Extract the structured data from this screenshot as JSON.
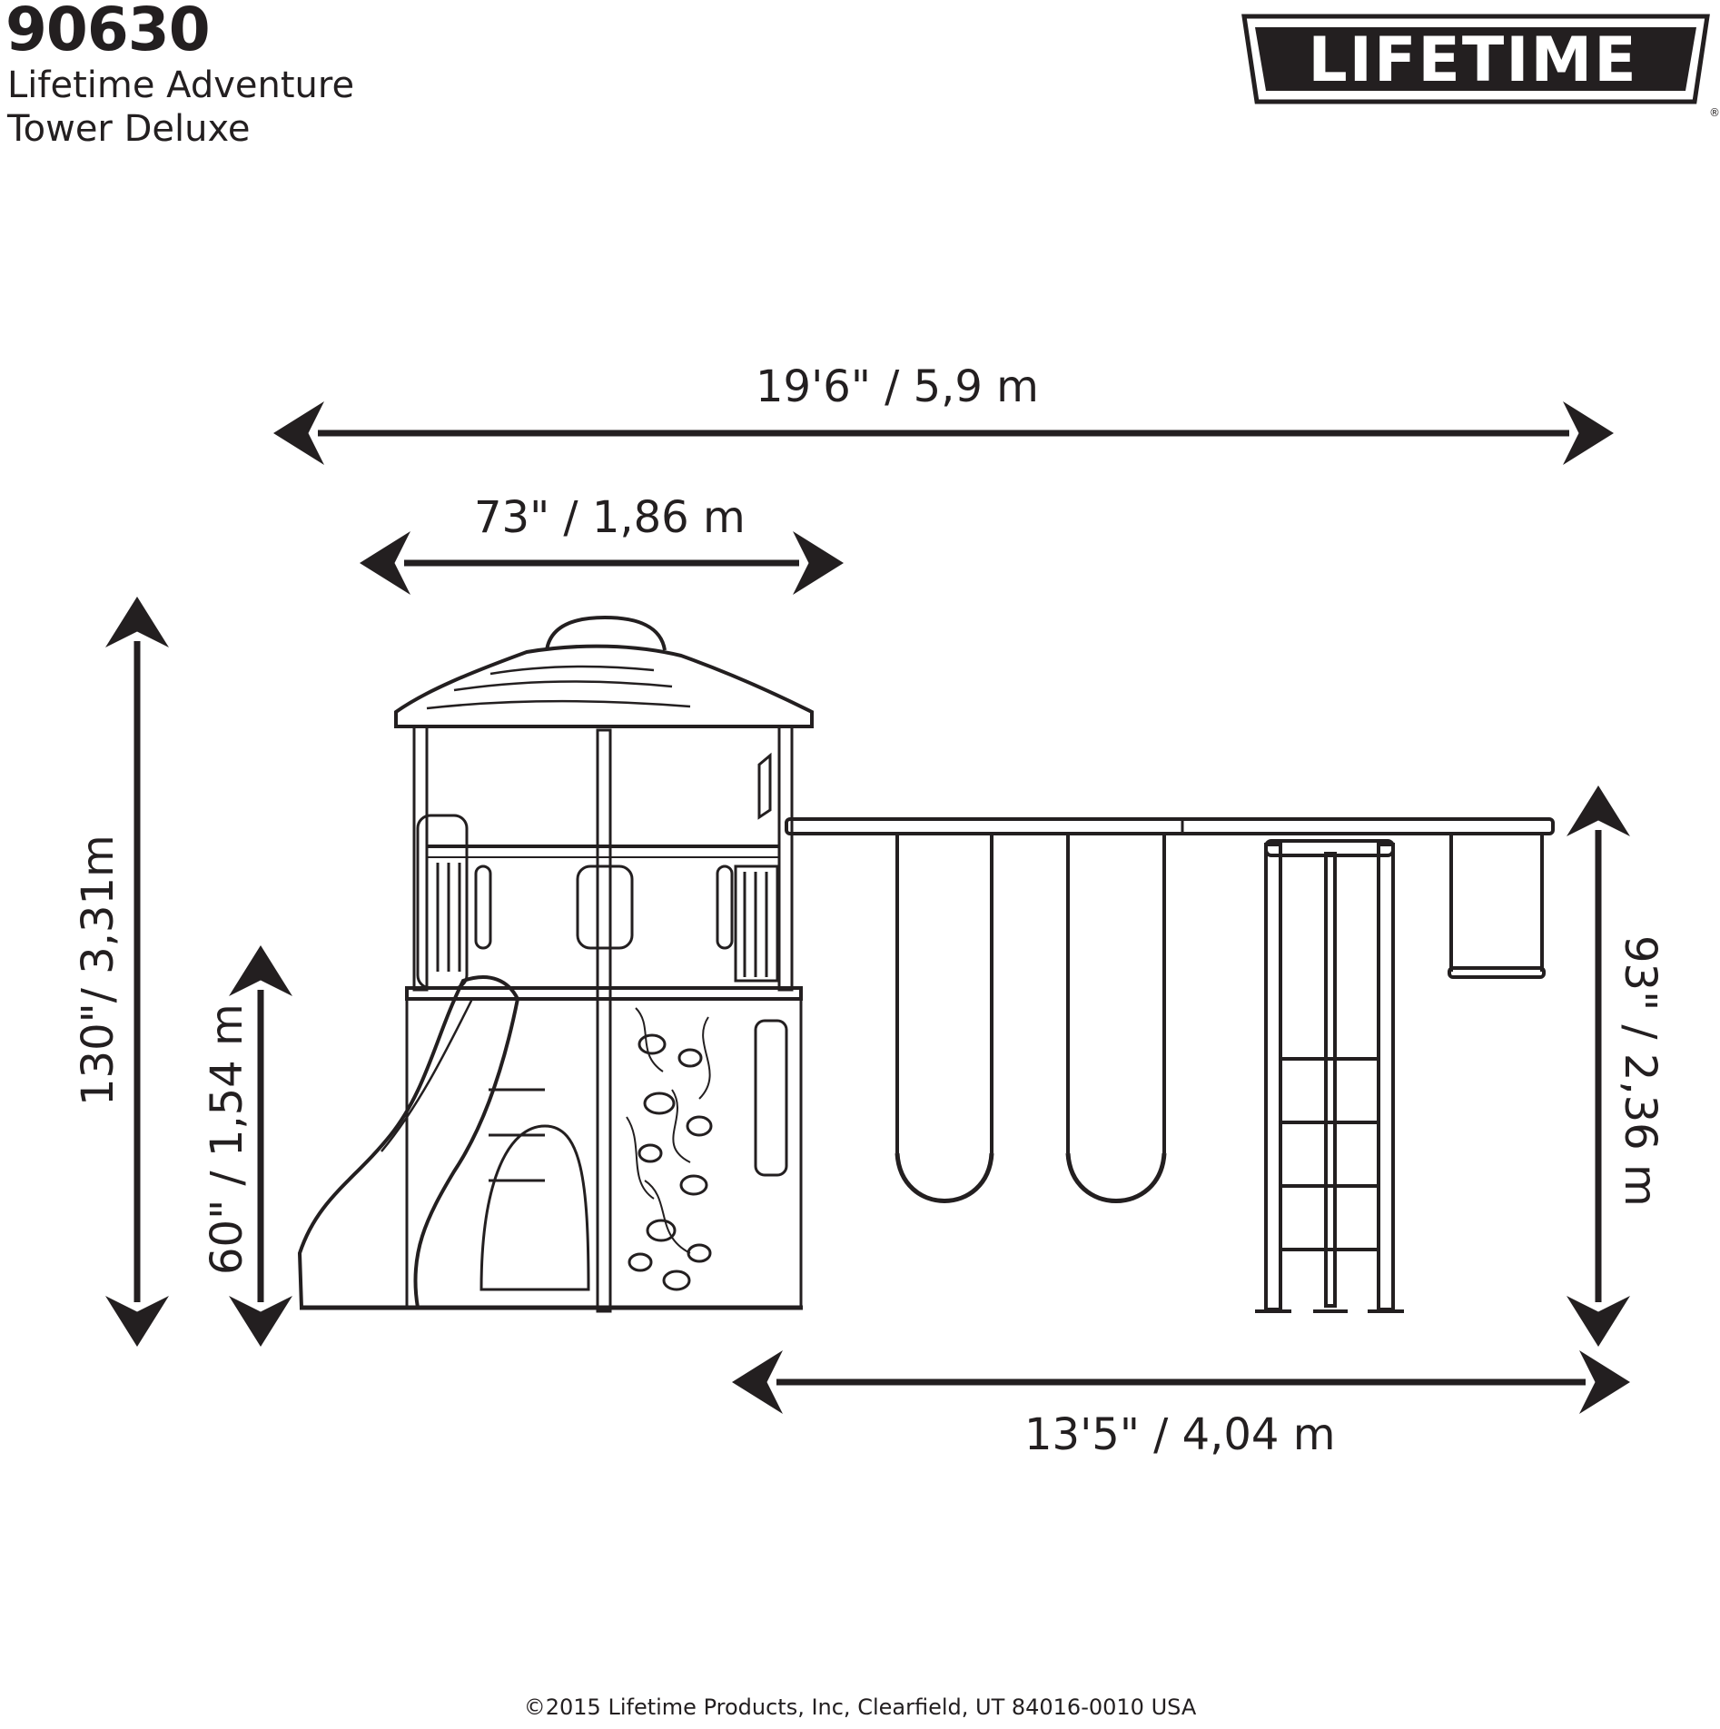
{
  "header": {
    "model_number": "90630",
    "product_name_line1": "Lifetime Adventure",
    "product_name_line2": "Tower Deluxe",
    "brand_logo_text": "LIFETIME",
    "brand_registered": "®"
  },
  "dimensions": {
    "overall_length": "19'6\"  /  5,9 m",
    "tower_width": "73\"  /  1,86 m",
    "overall_height": "130\"/ 3,31m",
    "deck_height": "60\"  /  1,54 m",
    "swing_beam_height": "93\"  /  2,36 m",
    "swing_beam_length": "13'5\"  /  4,04 m"
  },
  "footer": {
    "copyright": "©2015 Lifetime Products, Inc, Clearfield, UT 84016-0010 USA"
  },
  "colors": {
    "ink": "#231f20",
    "background": "#ffffff"
  }
}
